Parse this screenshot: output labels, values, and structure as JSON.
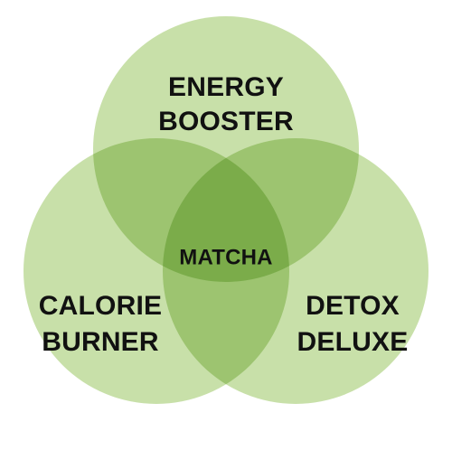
{
  "diagram": {
    "type": "venn",
    "sets": [
      {
        "id": "top",
        "label_lines": [
          "ENERGY",
          "BOOSTER"
        ]
      },
      {
        "id": "left",
        "label_lines": [
          "CALORIE",
          "BURNER"
        ]
      },
      {
        "id": "right",
        "label_lines": [
          "DETOX",
          "DELUXE"
        ]
      }
    ],
    "intersection_label": "MATCHA",
    "colors": {
      "circle_fill": "#c8e0a9",
      "text": "#111111",
      "background": "#ffffff"
    }
  }
}
